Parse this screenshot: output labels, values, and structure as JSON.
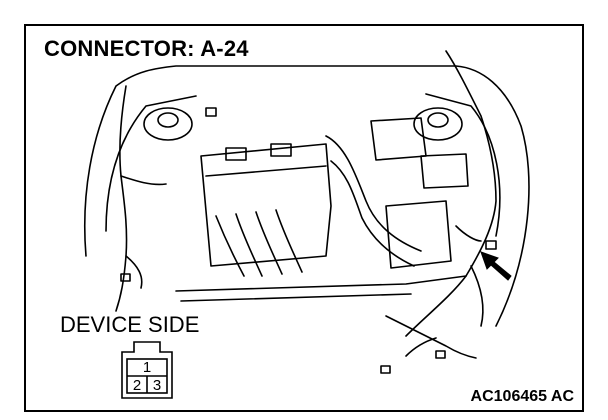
{
  "title": "CONNECTOR: A-24",
  "device_side_label": "DEVICE SIDE",
  "figure_code": "AC106465 AC",
  "connector": {
    "pins": [
      "1",
      "2",
      "3"
    ]
  },
  "colors": {
    "line": "#000000",
    "background": "#ffffff"
  }
}
